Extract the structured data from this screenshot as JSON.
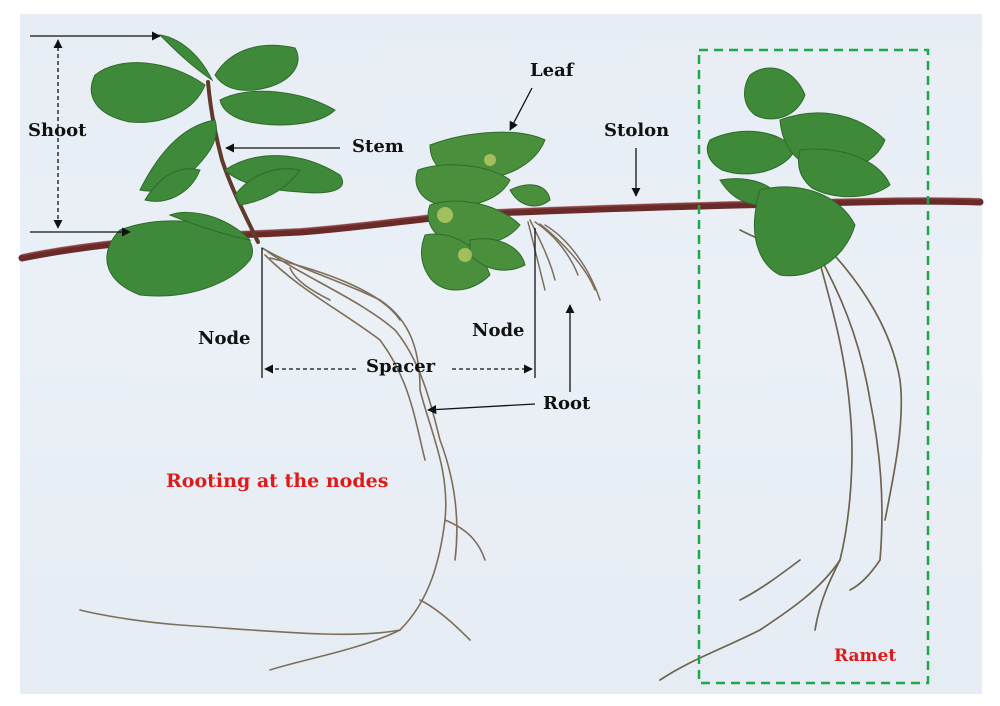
{
  "labels": {
    "shoot": "Shoot",
    "stem": "Stem",
    "leaf": "Leaf",
    "stolon": "Stolon",
    "node_left": "Node",
    "node_right": "Node",
    "spacer": "Spacer",
    "root": "Root",
    "rooting": "Rooting at the nodes",
    "ramet": "Ramet"
  },
  "colors": {
    "background": "#e8eef5",
    "label_text": "#111111",
    "highlight_text": "#e01a1a",
    "ramet_box": "#1fa84a",
    "leaf": "#3f8a3a",
    "stolon": "#6b2a2a",
    "root": "#7d6e5a"
  }
}
